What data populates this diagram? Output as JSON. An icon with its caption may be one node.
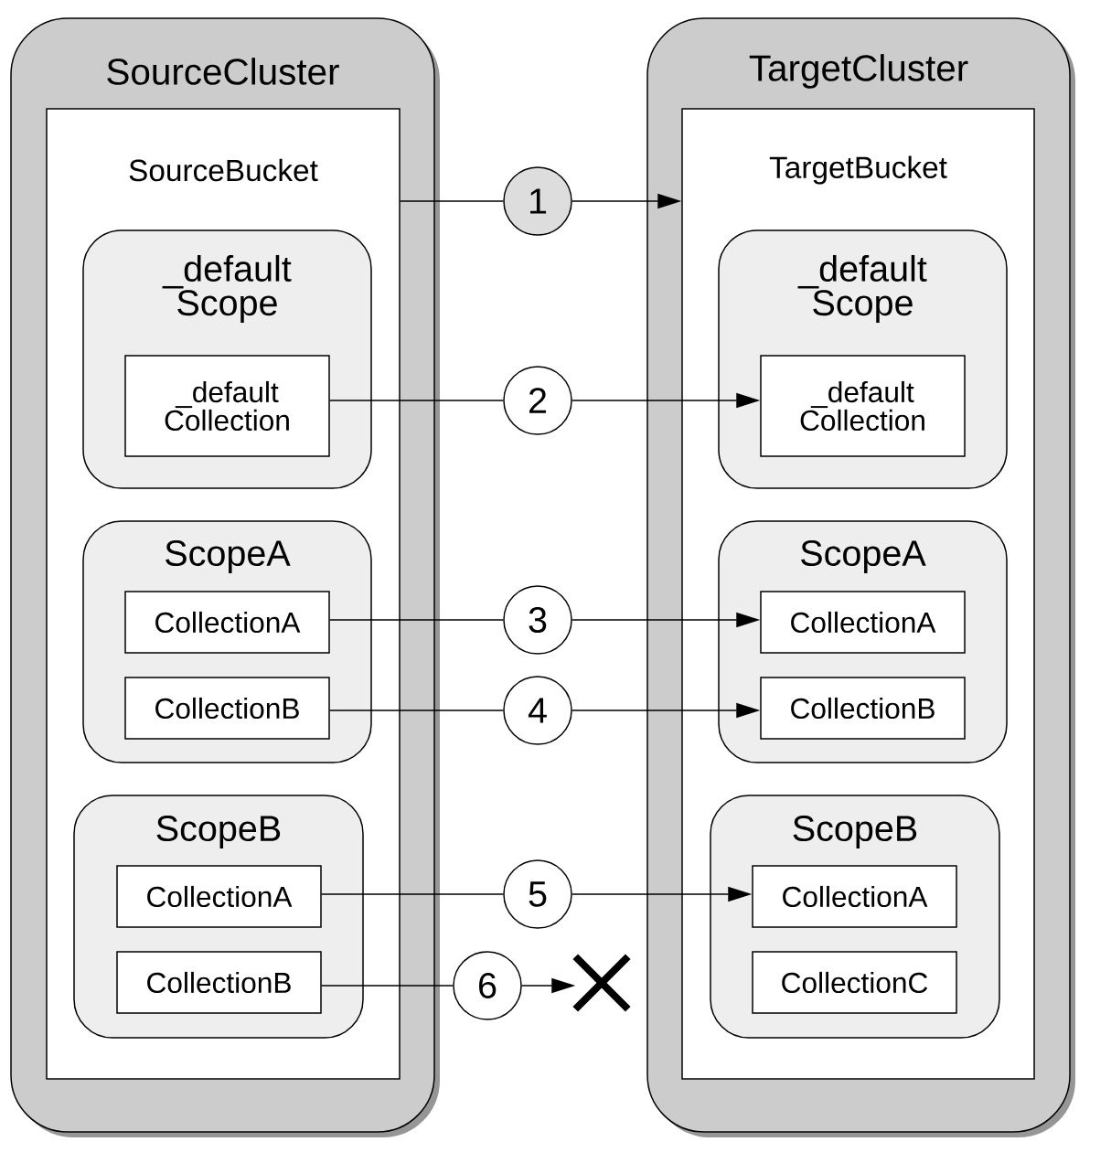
{
  "diagram": {
    "nodes": [
      {
        "text": [
          "SourceCluster"
        ]
      },
      {
        "text": [
          "SourceBucket"
        ],
        "in": 0
      },
      {
        "text": [
          "_default Scope"
        ],
        "in": 1
      },
      {
        "text": [
          "_default Collection"
        ],
        "in": 2
      },
      {
        "text": [
          "ScopeA"
        ],
        "in": 1
      },
      {
        "text": [
          "CollectionA"
        ],
        "in": 4
      },
      {
        "text": [
          "CollectionB"
        ],
        "in": 4
      },
      {
        "text": [
          "ScopeB"
        ],
        "in": 1
      },
      {
        "text": [
          "CollectionA"
        ],
        "in": 7
      },
      {
        "text": [
          "CollectionB"
        ],
        "in": 7
      },
      {
        "text": [
          "TargetCluster"
        ]
      },
      {
        "text": [
          "TargetBucket"
        ],
        "in": 10
      },
      {
        "text": [
          "_default Scope"
        ],
        "in": 11
      },
      {
        "text": [
          "_default Collection"
        ],
        "in": 12
      },
      {
        "text": [
          "ScopeA"
        ],
        "in": 11
      },
      {
        "text": [
          "CollectionA"
        ],
        "in": 14
      },
      {
        "text": [
          "CollectionB"
        ],
        "in": 14
      },
      {
        "text": [
          "ScopeB"
        ],
        "in": 11
      },
      {
        "text": [
          "CollectionA"
        ],
        "in": 17
      },
      {
        "text": [
          "CollectionC"
        ],
        "in": 17
      },
      {
        "text": [
          "1"
        ]
      },
      {
        "text": [
          "2"
        ]
      },
      {
        "text": [
          "3"
        ]
      },
      {
        "text": [
          "4"
        ]
      },
      {
        "text": [
          "5"
        ]
      },
      {
        "text": [
          "6"
        ]
      },
      {
        "text": [],
        "shape": "cross"
      }
    ],
    "edges": [
      {
        "from": 1,
        "to": 20,
        "arrow": "none"
      },
      {
        "from": 20,
        "to": 11,
        "arrow": "to"
      },
      {
        "from": 3,
        "to": 21,
        "arrow": "none"
      },
      {
        "from": 21,
        "to": 13,
        "arrow": "to"
      },
      {
        "from": 5,
        "to": 22,
        "arrow": "none"
      },
      {
        "from": 22,
        "to": 15,
        "arrow": "to"
      },
      {
        "from": 6,
        "to": 23,
        "arrow": "none"
      },
      {
        "from": 23,
        "to": 16,
        "arrow": "to"
      },
      {
        "from": 8,
        "to": 24,
        "arrow": "none"
      },
      {
        "from": 24,
        "to": 18,
        "arrow": "to"
      },
      {
        "from": 9,
        "to": 25,
        "arrow": "none"
      },
      {
        "from": 25,
        "to": 26,
        "arrow": "to"
      }
    ]
  }
}
